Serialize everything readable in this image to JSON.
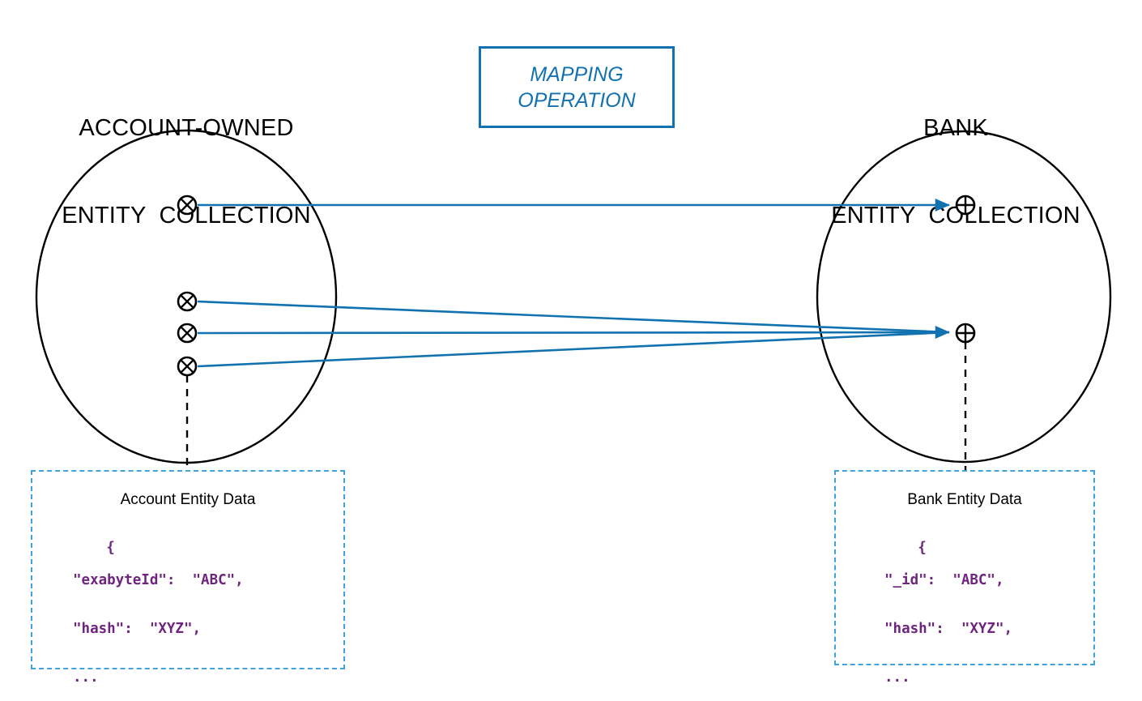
{
  "diagram": {
    "left_collection": {
      "title_line1": "ACCOUNT-OWNED",
      "title_line2": "ENTITY  COLLECTION",
      "node_glyph": "circle-x",
      "node_count": 4
    },
    "right_collection": {
      "title_line1": "BANK",
      "title_line2": "ENTITY  COLLECTION",
      "node_glyph": "circle-plus",
      "node_count": 2
    },
    "mapping_box": {
      "line1": "MAPPING",
      "line2": "OPERATION",
      "color": "#1272b0"
    },
    "left_data_box": {
      "heading": "Account Entity Data",
      "json_lines": [
        "{",
        "\"exabyteId\":  \"ABC\",",
        "\"hash\":  \"XYZ\",",
        "...",
        "}"
      ],
      "border_color": "#3fa3de",
      "text_color": "#6f2480"
    },
    "right_data_box": {
      "heading": "Bank Entity Data",
      "json_lines": [
        "{",
        "\"_id\":  \"ABC\",",
        "\"hash\":  \"XYZ\",",
        "...",
        "}"
      ],
      "border_color": "#3fa3de",
      "text_color": "#6f2480"
    },
    "arrow_color": "#1272b0",
    "outline_color": "#000000",
    "mappings": [
      {
        "from": "left-node-1",
        "to": "right-node-1",
        "kind": "one-to-one"
      },
      {
        "from": "left-node-2",
        "to": "right-node-2",
        "kind": "many-to-one"
      },
      {
        "from": "left-node-3",
        "to": "right-node-2",
        "kind": "many-to-one"
      },
      {
        "from": "left-node-4",
        "to": "right-node-2",
        "kind": "many-to-one"
      }
    ]
  }
}
